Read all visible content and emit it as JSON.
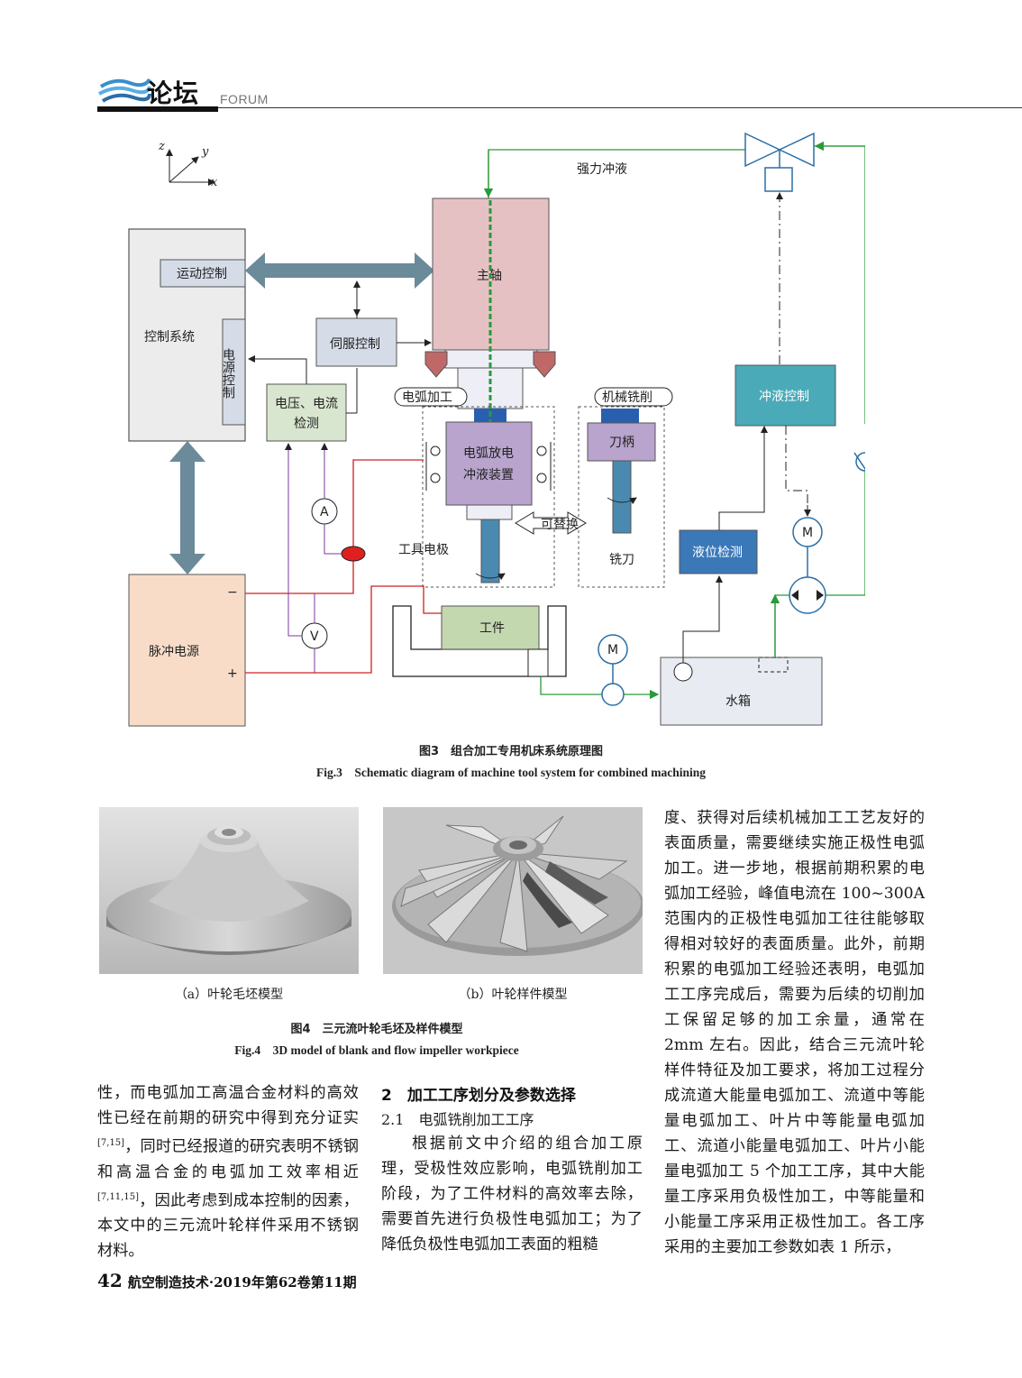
{
  "header": {
    "section_cn": "论坛",
    "section_en": "FORUM"
  },
  "figure3": {
    "labels": {
      "axis_z": "z",
      "axis_y": "y",
      "axis_x": "x",
      "flushing": "强力冲液",
      "control_system": "控制系统",
      "motion_control": "运动控制",
      "power_control": "电源控制",
      "servo_control": "伺服控制",
      "spindle": "主轴",
      "vi_detect_1": "电压、电流",
      "vi_detect_2": "检测",
      "arc_machining": "电弧加工",
      "mech_milling": "机械铣削",
      "arc_device_1": "电弧放电",
      "arc_device_2": "冲液装置",
      "tool_holder": "刀柄",
      "replaceable": "可替换",
      "tool_electrode": "工具电极",
      "milling_cutter": "铣刀",
      "flush_control": "冲液控制",
      "level_detect": "液位检测",
      "workpiece": "工件",
      "water_tank": "水箱",
      "pulse_power": "脉冲电源",
      "minus": "−",
      "plus": "+",
      "ammeter": "A",
      "voltmeter": "V",
      "motor": "M"
    },
    "caption_cn": "图3　组合加工专用机床系统原理图",
    "caption_en": "Fig.3　Schematic diagram of machine tool system for combined machining"
  },
  "figure4": {
    "sub_a": "（a）叶轮毛坯模型",
    "sub_b": "（b）叶轮样件模型",
    "caption_cn": "图4　三元流叶轮毛坯及样件模型",
    "caption_en": "Fig.4　3D model of blank and flow impeller workpiece"
  },
  "columns": {
    "right_top": "度、获得对后续机械加工工艺友好的表面质量，需要继续实施正极性电弧加工。进一步地，根据前期积累的电弧加工经验，峰值电流在 100~300A 范围内的正极性电弧加工往往能够取得相对较好的表面质量。此外，前期积累的电弧加工经验还表明，电弧加工工序完成后，需要为后续的切削加工保留足够的加工余量，通常在 2mm 左右。因此，结合三元流叶轮样件特征及加工要求，将加工过程分成流道大能量电弧加工、流道中等能量电弧加工、叶片中等能量电弧加工、流道小能量电弧加工、叶片小能量电弧加工 5 个加工工序，其中大能量工序采用负极性加工，中等能量和小能量工序采用正极性加工。各工序采用的主要加工参数如表 1 所示，",
    "left_a": "性，而电弧加工高温合金材料的高效性已经在前期的研究中得到充分证实",
    "left_ref1": "[7,15]",
    "left_b": "，同时已经报道的研究表明不锈钢和高温合金的电弧加工效率相近",
    "left_ref2": "[7,11,15]",
    "left_c": "，因此考虑到成本控制的因素，本文中的三元流叶轮样件采用不锈钢材料。",
    "section2_title": "2　加工工序划分及参数选择",
    "section21_title": "2.1　电弧铣削加工工序",
    "middle": "根据前文中介绍的组合加工原理，受极性效应影响，电弧铣削加工阶段，为了工件材料的高效率去除，需要首先进行负极性电弧加工；为了降低负极性电弧加工表面的粗糙"
  },
  "footer": {
    "page": "42",
    "journal": "航空制造技术·2019年第62卷第11期"
  }
}
